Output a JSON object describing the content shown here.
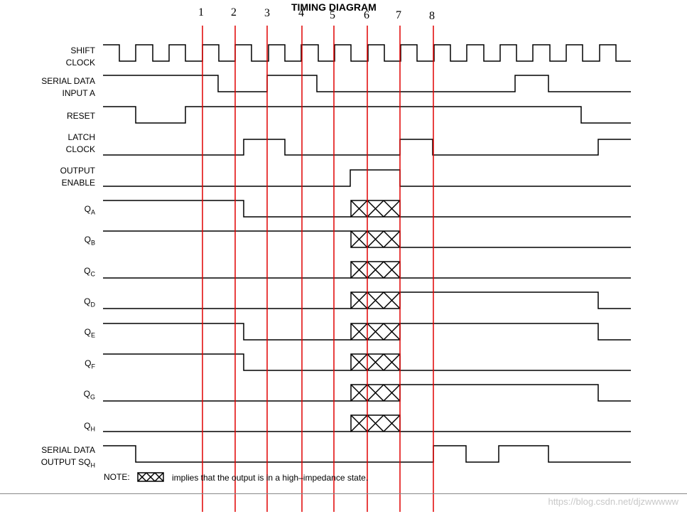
{
  "title": "TIMING DIAGRAM",
  "markers": [
    "1",
    "2",
    "3",
    "4",
    "5",
    "6",
    "7",
    "8"
  ],
  "signals": {
    "shift_clock": [
      "SHIFT",
      "CLOCK"
    ],
    "serial_data_input": [
      "SERIAL DATA",
      "INPUT A"
    ],
    "reset": [
      "RESET"
    ],
    "latch_clock": [
      "LATCH",
      "CLOCK"
    ],
    "output_enable": [
      "OUTPUT",
      "ENABLE"
    ],
    "serial_data_output": [
      "SERIAL DATA",
      "OUTPUT SQ"
    ],
    "serial_data_output_sub": "H"
  },
  "outputs": [
    {
      "main": "Q",
      "sub": "A"
    },
    {
      "main": "Q",
      "sub": "B"
    },
    {
      "main": "Q",
      "sub": "C"
    },
    {
      "main": "Q",
      "sub": "D"
    },
    {
      "main": "Q",
      "sub": "E"
    },
    {
      "main": "Q",
      "sub": "F"
    },
    {
      "main": "Q",
      "sub": "G"
    },
    {
      "main": "Q",
      "sub": "H"
    }
  ],
  "note": {
    "label": "NOTE:",
    "text": "implies that the output is in a high–impedance state."
  },
  "watermark": "https://blog.csdn.net/djzwwwww",
  "colors": {
    "waveform": "#000000",
    "marker_line": "#e00000"
  }
}
